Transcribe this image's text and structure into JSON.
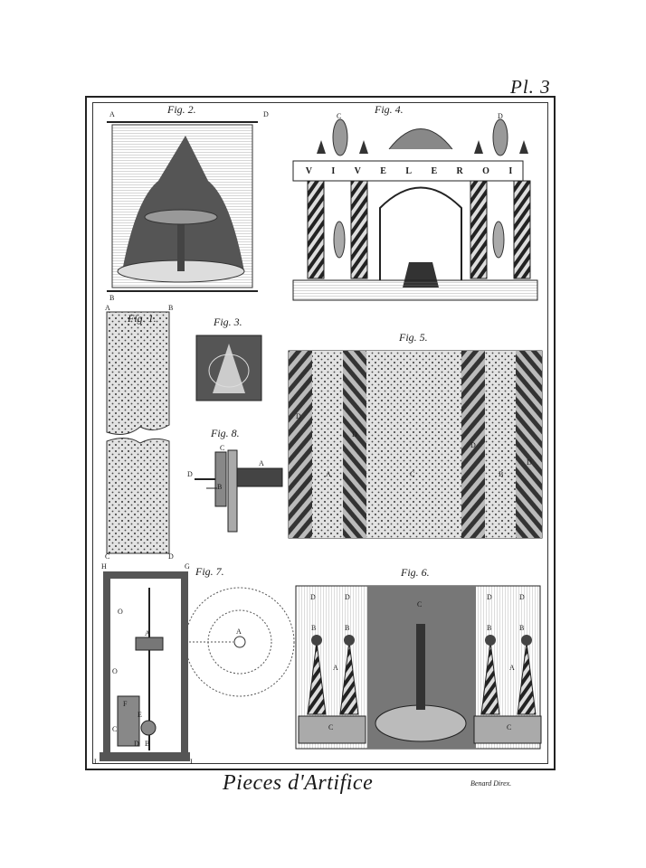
{
  "plate": {
    "number": "Pl. 3"
  },
  "title": "Pieces d'Artifice",
  "signature": "Benard Direx.",
  "figures": {
    "fig1": {
      "label": "Fig. 1.",
      "letters": [
        "A",
        "B",
        "C",
        "D"
      ]
    },
    "fig2": {
      "label": "Fig. 2.",
      "letters": [
        "A",
        "D",
        "B"
      ]
    },
    "fig3": {
      "label": "Fig. 3."
    },
    "fig4": {
      "label": "Fig. 4.",
      "letters": [
        "C",
        "D"
      ],
      "banner": [
        "V",
        "I",
        "V",
        "E",
        "L",
        "E",
        "R",
        "O",
        "I"
      ]
    },
    "fig5": {
      "label": "Fig. 5.",
      "letters": [
        "D",
        "A",
        "D",
        "C",
        "D",
        "B",
        "D"
      ]
    },
    "fig6": {
      "label": "Fig. 6.",
      "letters": [
        "D",
        "D",
        "B",
        "B",
        "A",
        "C",
        "C",
        "D",
        "D",
        "B",
        "B",
        "A",
        "C"
      ]
    },
    "fig7": {
      "label": "Fig. 7.",
      "letters": [
        "H",
        "G",
        "O",
        "A",
        "O",
        "A",
        "F",
        "E",
        "C",
        "B",
        "D",
        "L",
        "I"
      ]
    },
    "fig8": {
      "label": "Fig. 8.",
      "letters": [
        "C",
        "D",
        "B",
        "A"
      ]
    }
  }
}
